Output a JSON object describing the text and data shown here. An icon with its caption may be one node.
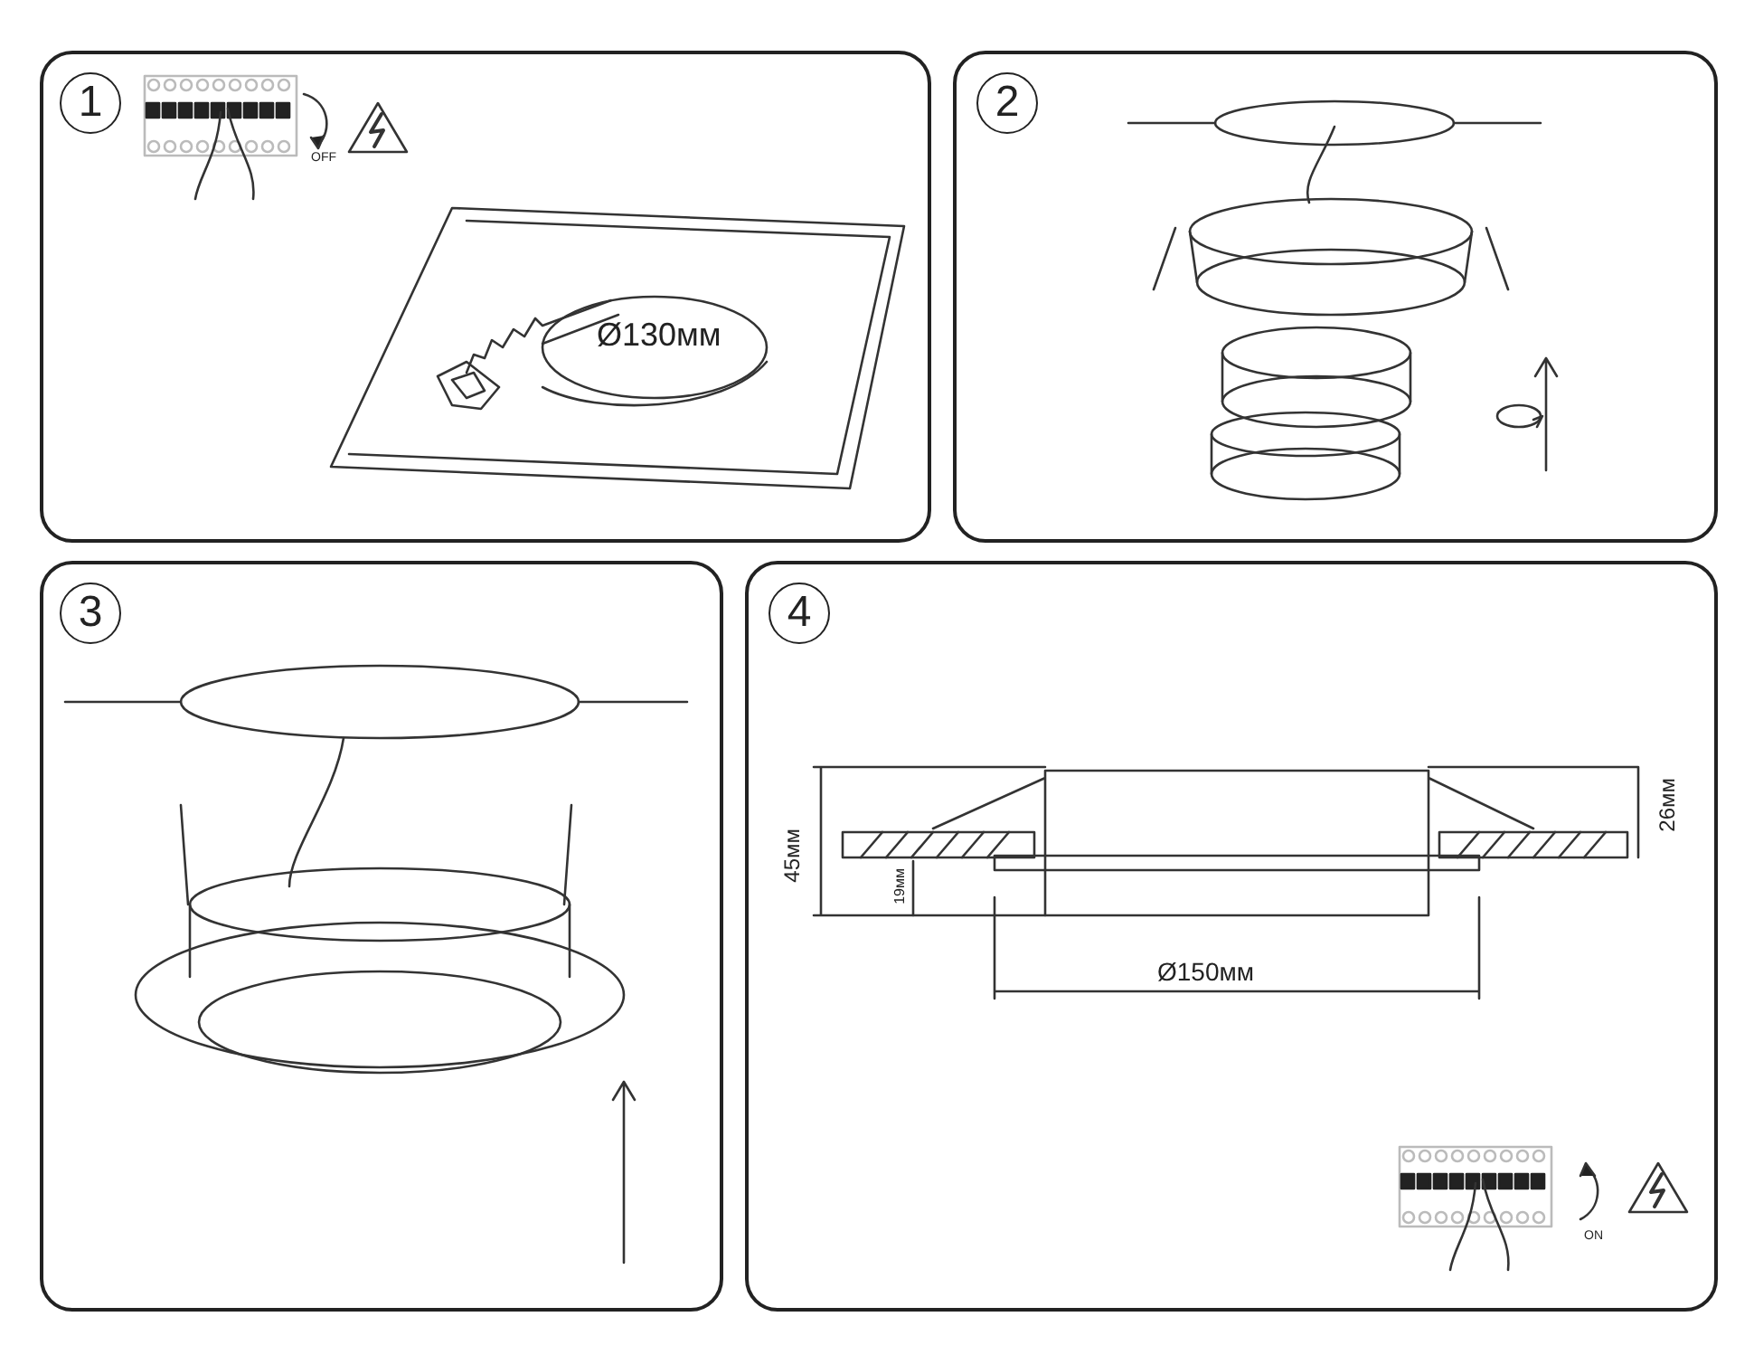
{
  "diagram": {
    "nodes": [
      {
        "text": [],
        "shape": "box"
      },
      {
        "text": [
          "1"
        ],
        "in": 0
      },
      {
        "text": [],
        "shape": "box"
      },
      {
        "text": [
          "2"
        ],
        "in": 2
      },
      {
        "text": [],
        "shape": "box"
      },
      {
        "text": [
          "3"
        ],
        "in": 4
      },
      {
        "text": [],
        "shape": "box"
      },
      {
        "text": [
          "4"
        ],
        "in": 6
      }
    ],
    "edges": [],
    "labels": [
      "OFF",
      "Ø130мм",
      "45мм",
      "19мм",
      "26мм",
      "Ø150мм",
      "ON"
    ]
  }
}
